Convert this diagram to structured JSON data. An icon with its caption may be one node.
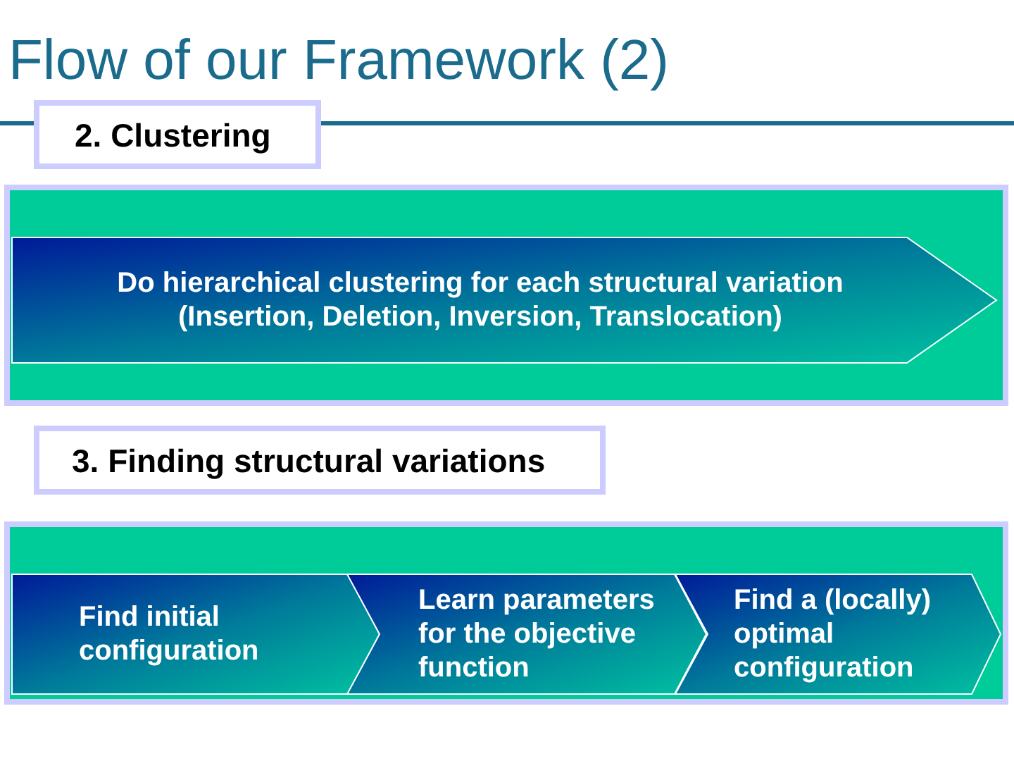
{
  "diagram": {
    "title": "Flow of our Framework (2)",
    "nodes": [
      {
        "text": [
          "2. Clustering"
        ]
      },
      {
        "text": [],
        "shape": "box"
      },
      {
        "text": [
          "Do hierarchical clustering for each structural variation (Insertion, Deletion, Inversion, Translocation)"
        ],
        "in": 1
      },
      {
        "text": [
          "3. Finding structural variations"
        ]
      },
      {
        "text": [],
        "shape": "box"
      },
      {
        "text": [
          "Find initial configuration"
        ],
        "in": 4
      },
      {
        "text": [
          "Learn parameters for the objective function"
        ],
        "in": 4
      },
      {
        "text": [
          "Find a (locally) optimal configuration"
        ],
        "in": 4
      }
    ]
  }
}
